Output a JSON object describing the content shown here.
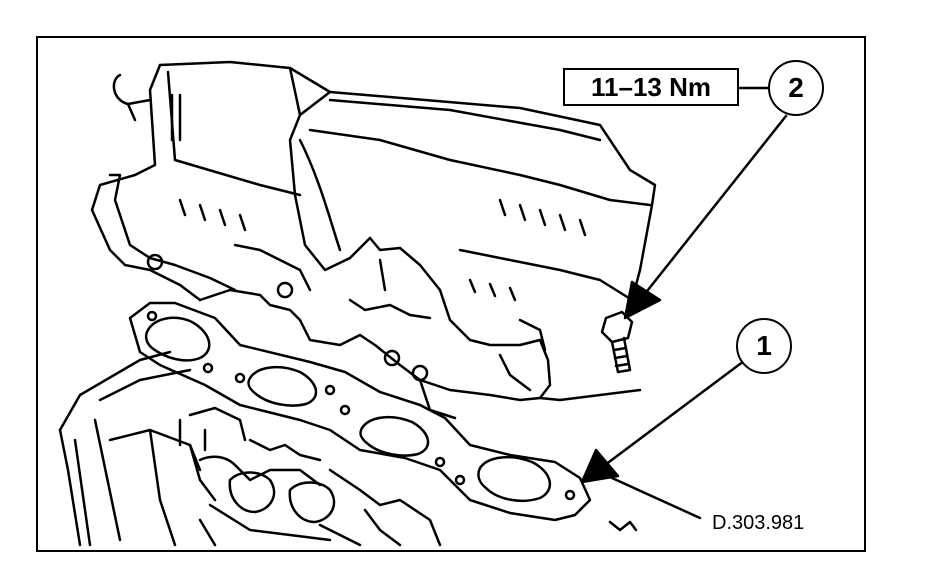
{
  "torque_spec": "11–13 Nm",
  "callouts": [
    {
      "label": "2",
      "part": "bolt"
    },
    {
      "label": "1",
      "part": "gasket"
    }
  ],
  "reference_code": "D.303.981"
}
